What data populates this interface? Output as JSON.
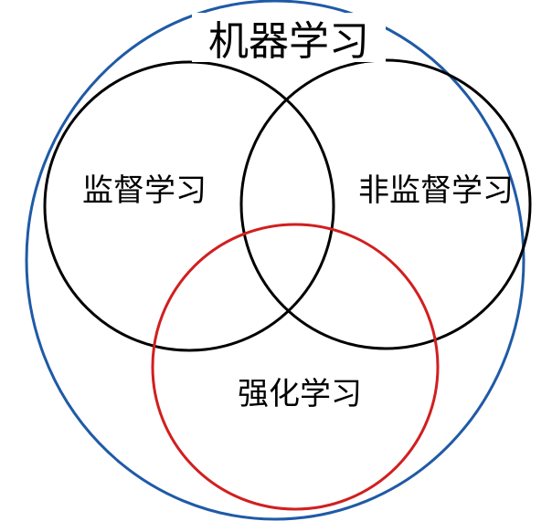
{
  "diagram": {
    "title": "机器学习",
    "sets": [
      {
        "key": "supervised",
        "label": "监督学习",
        "color": "#000000"
      },
      {
        "key": "unsupervised",
        "label": "非监督学习",
        "color": "#000000"
      },
      {
        "key": "reinforcement",
        "label": "强化学习",
        "color": "#d11f1f"
      }
    ],
    "outer_color": "#1f5aa6"
  }
}
